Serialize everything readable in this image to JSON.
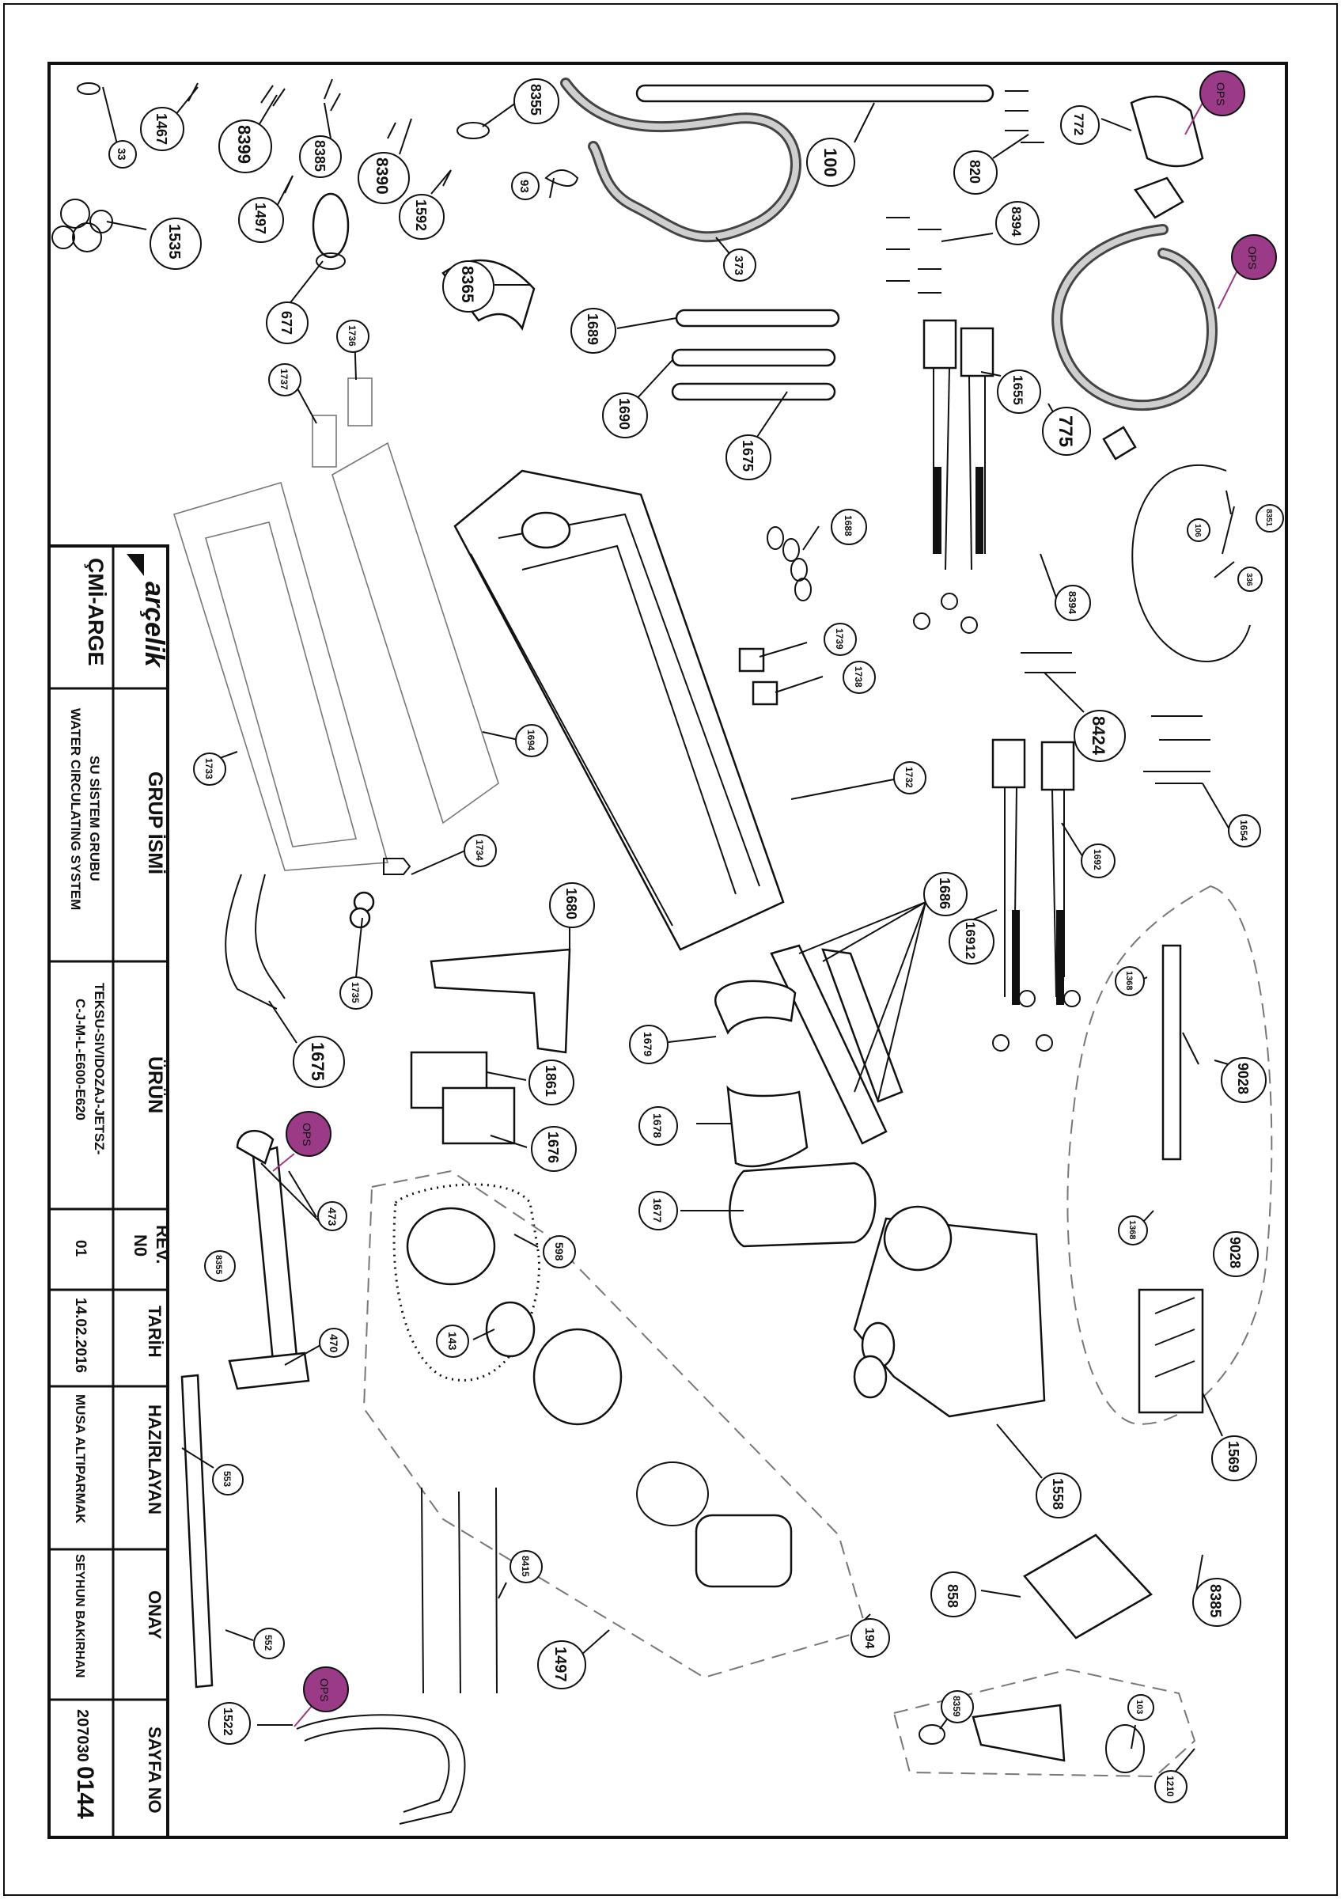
{
  "title_block": {
    "brand": "arçelik",
    "department": "ÇMİ-ARGE",
    "group_header": "GRUP İSMİ",
    "group_name_tr": "SU SİSTEM GRUBU",
    "group_name_en": "WATER CIRCULATING SYSTEM",
    "product_header": "ÜRÜN",
    "product_line1": "TEKSU-SIVIDOZAJ-JETSZ-",
    "product_line2": "C-J-M-L-E600-E620",
    "rev_header_1": "REV.",
    "rev_header_2": "N0",
    "rev_value": "01",
    "date_header": "TARİH",
    "date_value": "14.02.2016",
    "prepared_header": "HAZIRLAYAN",
    "prepared_value": "MUSA ALTIPARMAK",
    "approved_header": "ONAY",
    "approved_value": "SEYHUN BAKIRHAN",
    "page_header": "SAYFA NO",
    "page_prefix": "207030",
    "page_number": "0144"
  },
  "ops_label": "OPS",
  "colors": {
    "ops_fill": "#9b3a86",
    "line": "#111111",
    "hose_gray": "#8a8a8a"
  },
  "callouts": [
    "33",
    "1467",
    "8399",
    "8385",
    "8390",
    "1592",
    "8355",
    "93",
    "100",
    "820",
    "772",
    "1535",
    "1497",
    "677",
    "8365",
    "373",
    "1689",
    "1690",
    "1675",
    "1655",
    "775",
    "8394",
    "1736",
    "1737",
    "1688",
    "106",
    "8351",
    "336",
    "8394",
    "1739",
    "1738",
    "1733",
    "1694",
    "8424",
    "1732",
    "1654",
    "1734",
    "1692",
    "1680",
    "1686",
    "16912",
    "1735",
    "1675",
    "1679",
    "1368",
    "1861",
    "1676",
    "1678",
    "9028",
    "1677",
    "598",
    "473",
    "8355",
    "1368",
    "9028",
    "470",
    "143",
    "1569",
    "1558",
    "553",
    "8415",
    "858",
    "8385",
    "552",
    "1497",
    "194",
    "1522",
    "8359",
    "103",
    "1210"
  ],
  "ops_markers": 4
}
